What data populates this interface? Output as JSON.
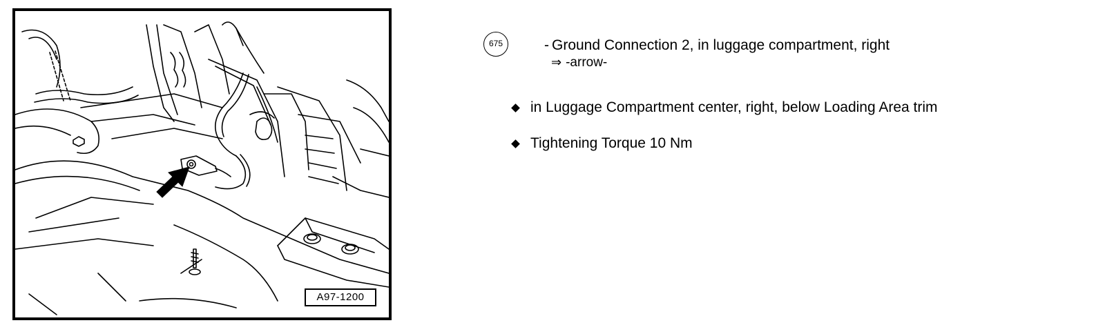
{
  "figure": {
    "label": "A97-1200"
  },
  "item": {
    "number": "675",
    "dash": "-",
    "description": "Ground Connection 2, in luggage compartment, right",
    "reference_glyph": "⇒",
    "reference_text": "-arrow-"
  },
  "bullets": [
    {
      "text": "in Luggage Compartment center, right, below Loading Area trim"
    },
    {
      "text": "Tightening Torque 10 Nm"
    }
  ],
  "colors": {
    "ink": "#000000",
    "paper": "#ffffff"
  }
}
